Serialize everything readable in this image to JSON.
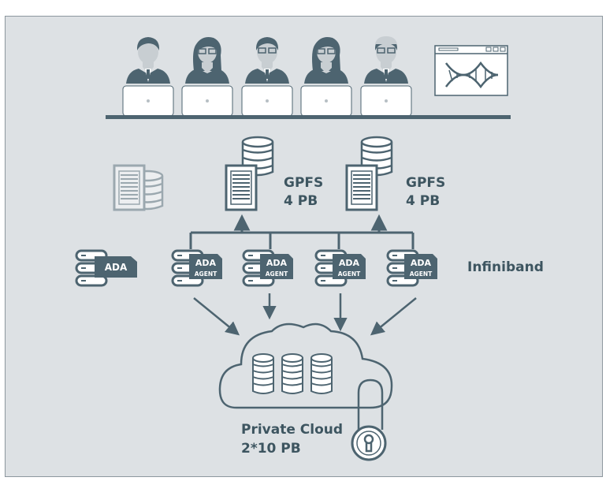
{
  "colors": {
    "background": "#dde1e4",
    "stroke": "#4d6470",
    "fill_dark": "#4d6470",
    "fill_light": "#ffffff",
    "faded": "#9aa4aa",
    "text": "#3d5560"
  },
  "users": {
    "icons": [
      "man-user-icon",
      "woman-user-icon",
      "man-glasses-user-icon",
      "woman-user-icon",
      "older-man-user-icon"
    ],
    "desk_icon": "laptop-icon",
    "screen_icon": "dna-browser-window-icon"
  },
  "storage": {
    "gpfs_left": {
      "name": "GPFS",
      "capacity": "4 PB"
    },
    "gpfs_right": {
      "name": "GPFS",
      "capacity": "4 PB"
    }
  },
  "servers": {
    "standalone_label": "ADA",
    "agent_title": "ADA",
    "agent_sub": "AGENT",
    "network_label": "Infiniband"
  },
  "cloud": {
    "name": "Private Cloud",
    "capacity": "2*10 PB",
    "icon": "cloud-icon",
    "lock_icon": "padlock-icon"
  }
}
